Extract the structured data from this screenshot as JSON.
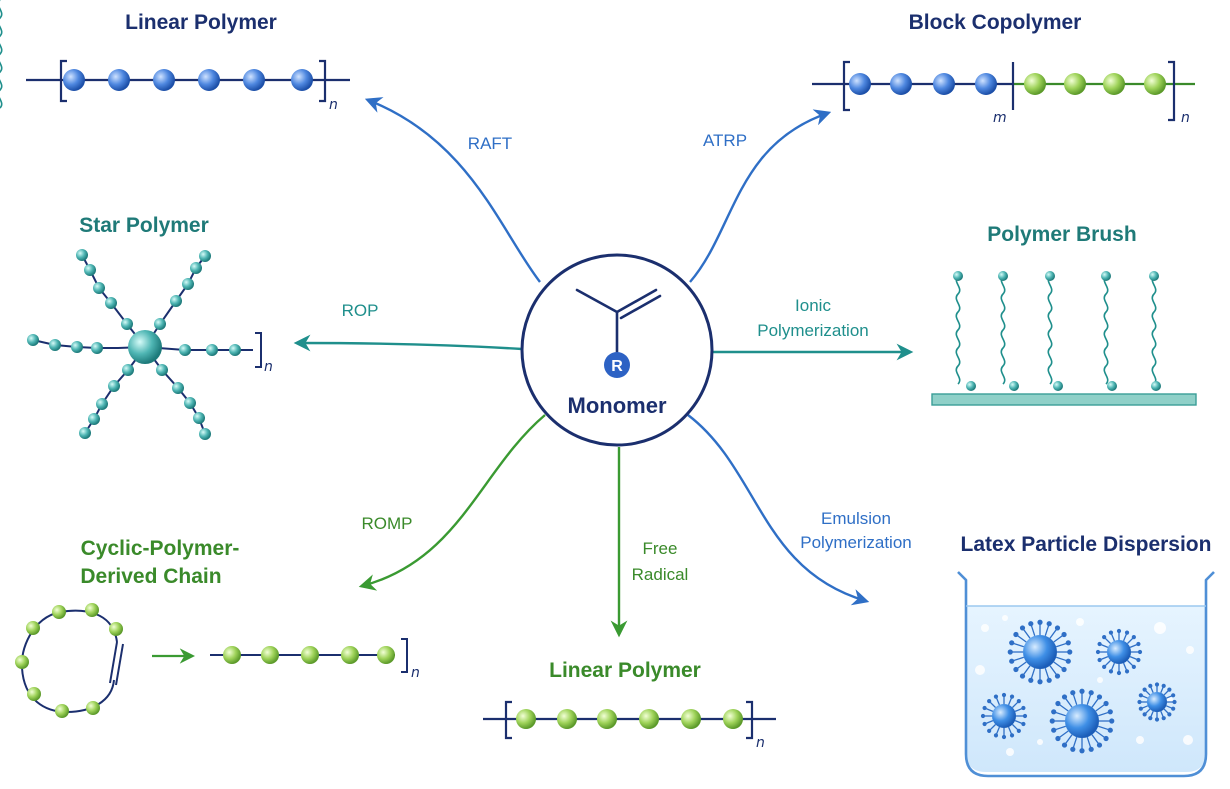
{
  "center": {
    "label": "Monomer",
    "group_letter": "R"
  },
  "products": {
    "linear_top": {
      "title": "Linear Polymer",
      "subscript": "n"
    },
    "block": {
      "title": "Block Copolymer",
      "sub_m": "m",
      "sub_n": "n"
    },
    "star": {
      "title": "Star Polymer",
      "subscript": "n"
    },
    "brush": {
      "title": "Polymer Brush"
    },
    "cyclic": {
      "title_line1": "Cyclic-Polymer-",
      "title_line2": "Derived Chain",
      "subscript": "n"
    },
    "linear_bottom": {
      "title": "Linear Polymer",
      "subscript": "n"
    },
    "latex": {
      "title": "Latex Particle Dispersion"
    }
  },
  "methods": {
    "raft": "RAFT",
    "atrp": "ATRP",
    "rop": "ROP",
    "ionic_line1": "Ionic",
    "ionic_line2": "Polymerization",
    "romp": "ROMP",
    "free_line1": "Free",
    "free_line2": "Radical",
    "emulsion_line1": "Emulsion",
    "emulsion_line2": "Polymerization"
  },
  "colors": {
    "navy": "#1b2f6e",
    "blue": "#2f6fc6",
    "teal": "#1f8f8c",
    "green": "#3a9a32",
    "green_text": "#3a8a2a",
    "title_blue": "#1b2f6e",
    "title_teal": "#1f7a78"
  }
}
